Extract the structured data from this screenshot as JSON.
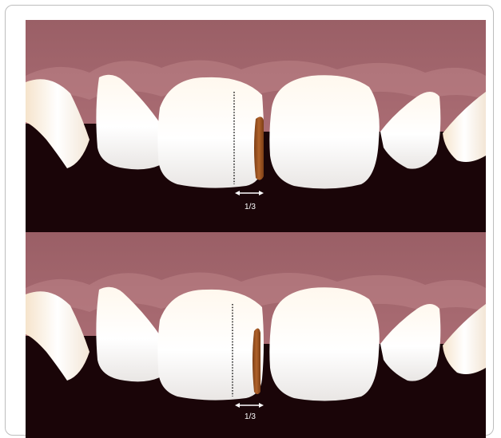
{
  "colors": {
    "gum_top": "#9a5f66",
    "gum_bottom": "#b6777e",
    "gum_shadow": "#c78b8f",
    "mouth": "#1a0508",
    "tooth_light": "#ffffff",
    "tooth_edge": "#f2e5d6",
    "stain": "#a65a26",
    "stain_dark": "#7c3e16",
    "line": "#000000",
    "arrow": "#ffffff"
  },
  "panels": [
    {
      "id": "top",
      "measurement_label": "1/3"
    },
    {
      "id": "bottom",
      "measurement_label": "1/3"
    }
  ]
}
